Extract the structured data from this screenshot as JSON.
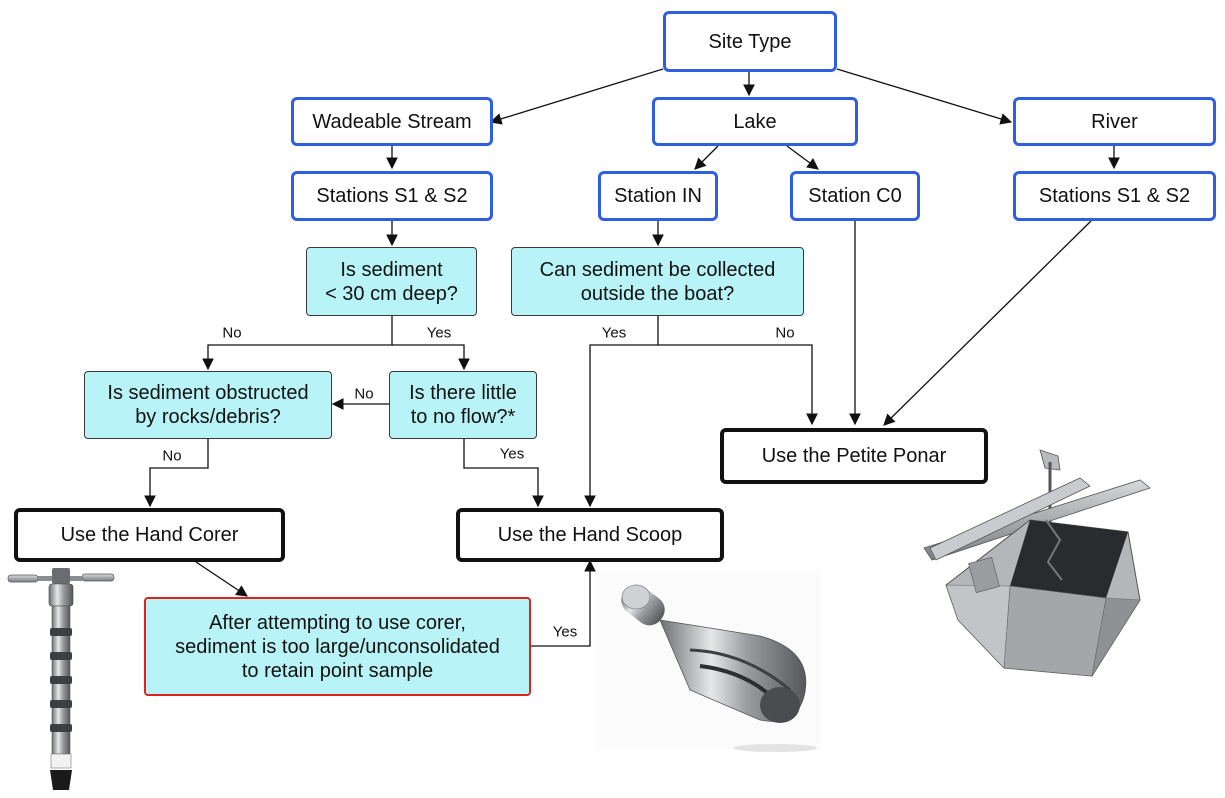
{
  "nodes": {
    "site_type": "Site Type",
    "wadeable_stream": "Wadeable Stream",
    "lake": "Lake",
    "river": "River",
    "stations_s1_s2_stream": "Stations S1 & S2",
    "station_in": "Station IN",
    "station_c0": "Station C0",
    "stations_s1_s2_river": "Stations S1 & S2",
    "q_sediment_depth": "Is sediment\n< 30 cm deep?",
    "q_outside_boat": "Can sediment be collected\noutside the boat?",
    "q_obstructed": "Is sediment obstructed\nby rocks/debris?",
    "q_little_flow": "Is there little\nto no flow?*",
    "use_hand_corer": "Use the Hand Corer",
    "use_hand_scoop": "Use the Hand Scoop",
    "use_petite_ponar": "Use the Petite Ponar",
    "corer_failed": "After attempting to use corer,\nsediment is too large/unconsolidated\nto retain point sample"
  },
  "edge_labels": {
    "depth_no": "No",
    "depth_yes": "Yes",
    "boat_yes": "Yes",
    "boat_no": "No",
    "flow_no": "No",
    "obstructed_no": "No",
    "flow_yes": "Yes",
    "corer_failed_yes": "Yes"
  },
  "images": {
    "hand_corer": "hand-corer-photo",
    "hand_scoop": "hand-scoop-photo",
    "petite_ponar": "petite-ponar-photo"
  },
  "colors": {
    "site_box_border": "#2f5fe0",
    "question_fill": "#b8f4f7",
    "action_border": "#111111",
    "warning_border": "#e0221c"
  }
}
